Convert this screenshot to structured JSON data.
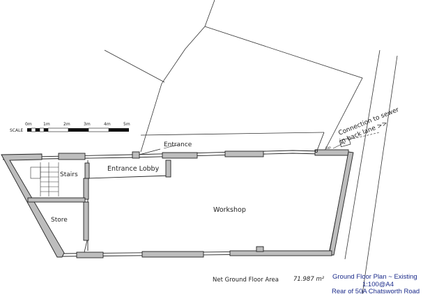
{
  "labels": {
    "entrance": "Entrance",
    "entrance_lobby": "Entrance Lobby",
    "stairs": "Stairs",
    "store": "Store",
    "workshop": "Workshop",
    "sewer_line1": "Connection to sewer",
    "sewer_line2": "in back lane >>",
    "box_label": "MH",
    "pipe_label": "SVP"
  },
  "scale_bar": {
    "label": "SCALE",
    "ticks": [
      "0m",
      "1m",
      "2m",
      "3m",
      "4m",
      "5m"
    ]
  },
  "area": {
    "label": "Net Ground Floor Area",
    "value": "71.987 m²"
  },
  "title_block": {
    "line1": "Ground Floor Plan ~ Existing",
    "line2": "1:100@A4",
    "line3": "Rear of 50A Chatsworth Road"
  },
  "colors": {
    "wall_fill": "#bdbdbd",
    "line": "#222222",
    "title": "#1a2a8a"
  }
}
